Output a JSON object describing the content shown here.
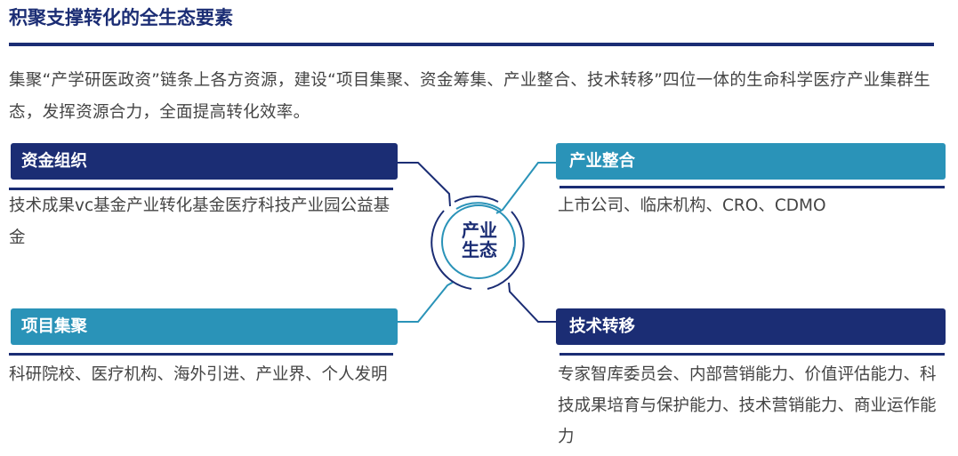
{
  "title": "积聚支撑转化的全生态要素",
  "intro": "集聚“产学研医政资”链条上各方资源，建设“项目集聚、资金筹集、产业整合、技术转移”四位一体的生命科学医疗产业集群生态，发挥资源合力，全面提高转化效率。",
  "center": {
    "line1": "产业",
    "line2": "生态"
  },
  "cards": [
    {
      "label": "资金组织",
      "desc": "技术成果vc基金产业转化基金医疗科技产业园公益基金"
    },
    {
      "label": "产业整合",
      "desc": "上市公司、临床机构、CRO、CDMO"
    },
    {
      "label": "项目集聚",
      "desc": "科研院校、医疗机构、海外引进、产业界、个人发明"
    },
    {
      "label": "技术转移",
      "desc": "专家智库委员会、内部营销能力、价值评估能力、科技成果培育与保护能力、技术营销能力、商业运作能力"
    }
  ],
  "colors": {
    "navy": "#1b2d74",
    "teal": "#2a93b8"
  }
}
